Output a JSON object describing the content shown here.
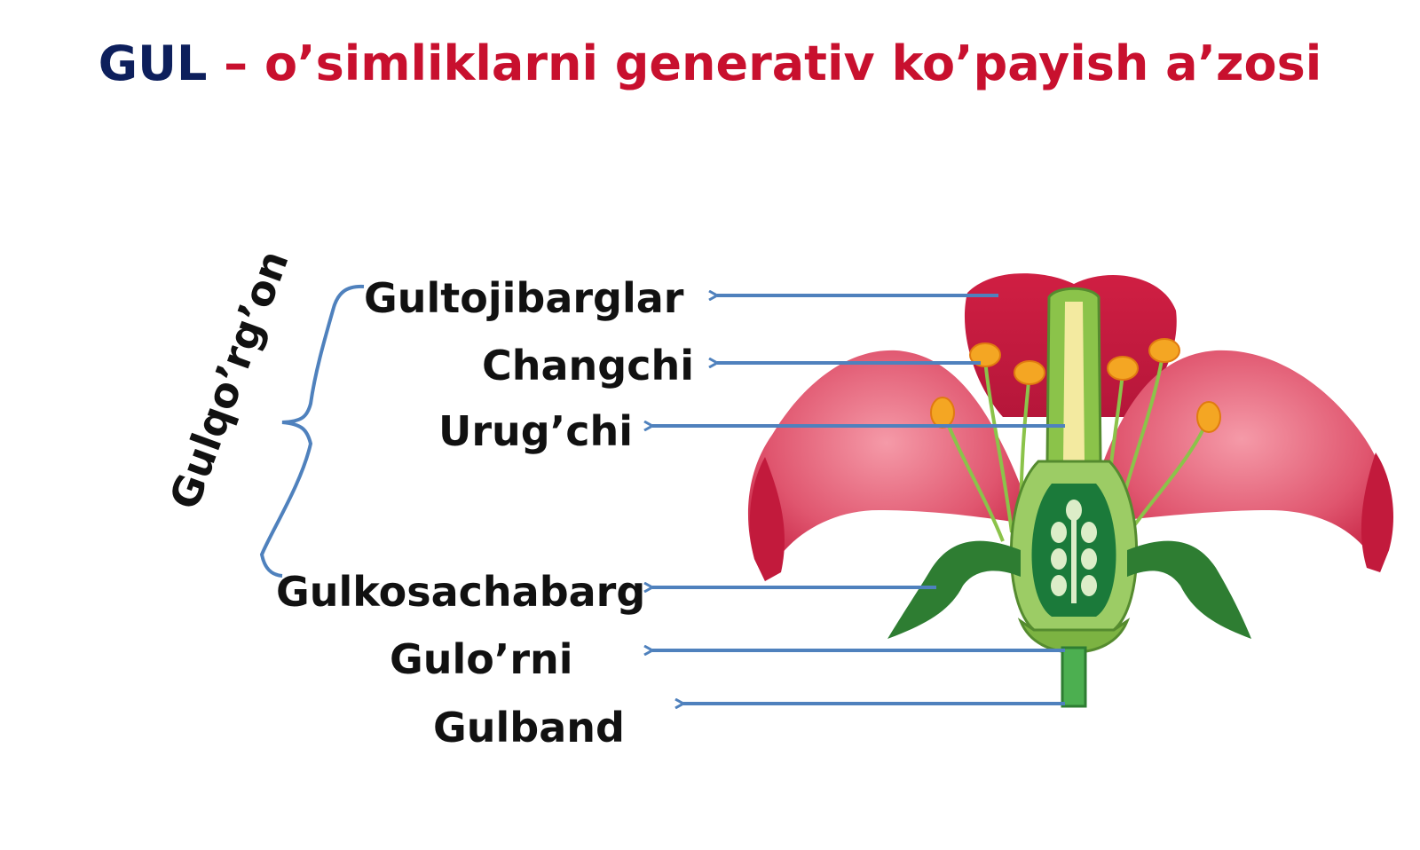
{
  "title": {
    "strong": "GUL",
    "rest": " – o’simliklarni generativ ko’payish a’zosi"
  },
  "brace_label": "Gulqo’rg’on",
  "labels": {
    "petals": "Gultojibarglar",
    "stamen": "Changchi",
    "pistil": "Urug’chi",
    "sepal": "Gulkosachabarg",
    "receptacle": "Gulo’rni",
    "pedicel": "Gulband"
  },
  "colors": {
    "title_strong": "#0d1f5c",
    "title_rest": "#c8102e",
    "arrow": "#4f81bd",
    "brace": "#4f81bd",
    "petal_outer": "#e0566f",
    "petal_inner": "#c21a3c",
    "green_dark": "#2e7d32",
    "green_light": "#8bc34a",
    "anther": "#f4a623"
  }
}
